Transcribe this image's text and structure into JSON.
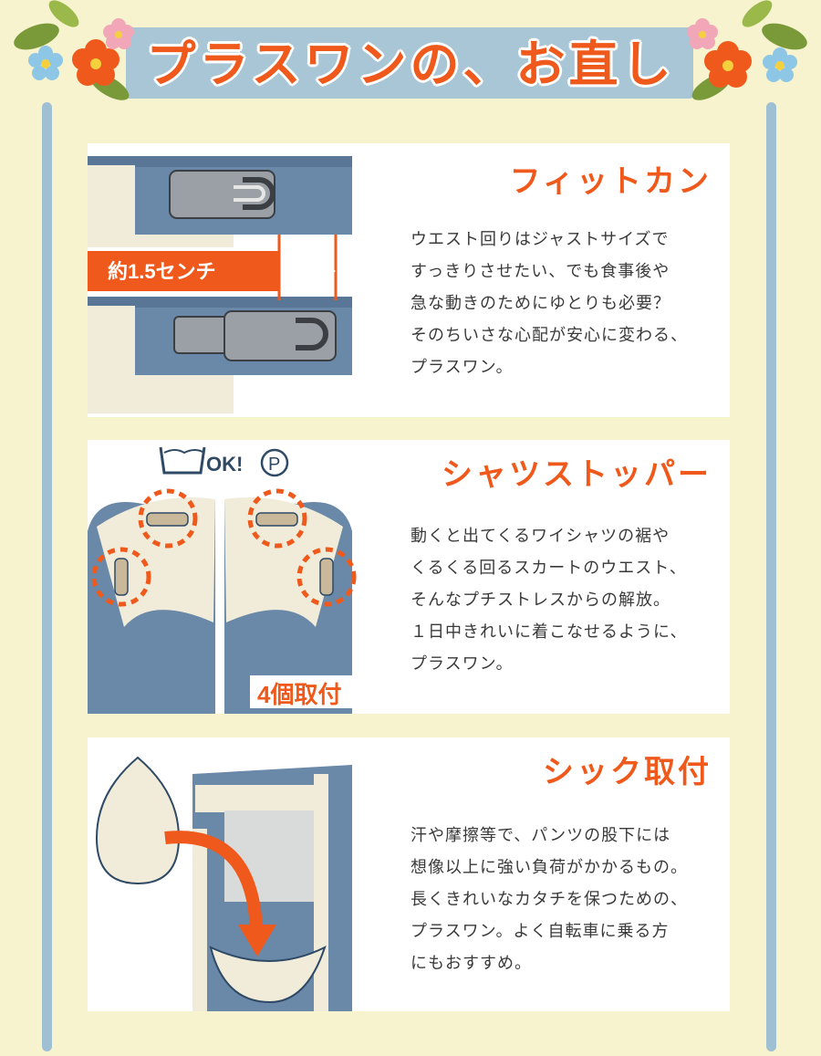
{
  "header": {
    "title": "プラスワンの、お直し"
  },
  "sections": [
    {
      "title": "フィットカン",
      "text": "ウエスト回りはジャストサイズで\nすっきりさせたい、でも食事後や\n急な動きのためにゆとりも必要？\nそのちいさな心配が安心に変わる、\nプラスワン。",
      "illus_label": "約1.5センチ"
    },
    {
      "title": "シャツストッパー",
      "text": "動くと出てくるワイシャツの裾や\nくるくる回るスカートのウエスト、\nそんなプチストレスからの解放。\n１日中きれいに着こなせるように、\nプラスワン。",
      "illus_ok": "OK!",
      "illus_p": "P",
      "illus_count": "4個取付"
    },
    {
      "title": "シック取付",
      "text": "汗や摩擦等で、パンツの股下には\n想像以上に強い負荷がかかるもの。\n長くきれいなカタチを保つための、\nプラスワン。よく自転車に乗る方\nにもおすすめ。"
    }
  ],
  "colors": {
    "background": "#f7f3cf",
    "accent": "#ef5a1c",
    "denim": "#6a88a8",
    "frame": "#9fc0d3"
  }
}
